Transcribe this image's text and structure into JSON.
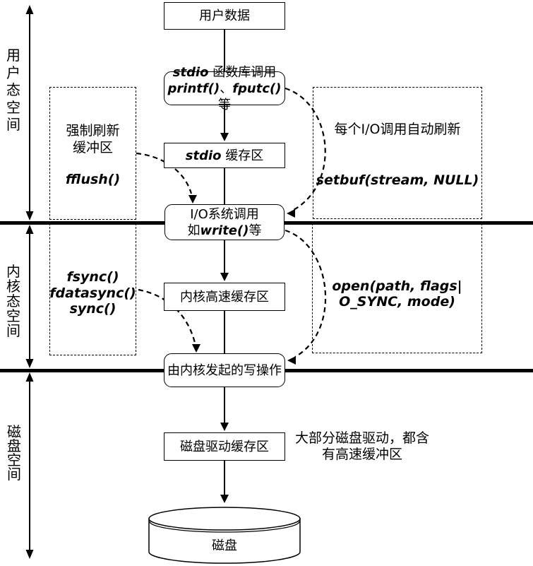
{
  "background": "#ffffff",
  "line_color": "#000000",
  "regions": {
    "user_space": "用户态空间",
    "kernel_space": "内核态空间",
    "disk_space": "磁盘空间"
  },
  "boxes": {
    "user_data": "用户数据",
    "stdio_call": {
      "em1": "stdio",
      "rest1": " 函数库调用",
      "em2": "printf()",
      "sep": "、",
      "em3": "fputc()",
      "rest2": "等"
    },
    "stdio_buffer": {
      "em": "stdio",
      "rest": " 缓存区"
    },
    "io_syscall": {
      "line1": "I/O系统调用",
      "pre": "如",
      "em": "write()",
      "post": "等"
    },
    "kernel_buffer": "内核高速缓存区",
    "kernel_write": "由内核发起的写操作",
    "disk_driver_buffer": "磁盘驱动缓存区",
    "disk": "磁盘"
  },
  "notes": {
    "flush": {
      "line1": "强制刷新",
      "line2": "缓冲区",
      "func": "fflush()"
    },
    "auto_flush": {
      "text": "每个I/O调用自动刷新",
      "func": "setbuf(stream, NULL)"
    },
    "sync": {
      "func1": "fsync()",
      "func2": "fdatasync()",
      "func3": "sync()"
    },
    "open_sync": {
      "line1": "open(path, flags|",
      "line2": "O_SYNC, mode)"
    },
    "disk_drive": {
      "line1": "大部分磁盘驱动，都含",
      "line2": "有高速缓冲区"
    }
  }
}
